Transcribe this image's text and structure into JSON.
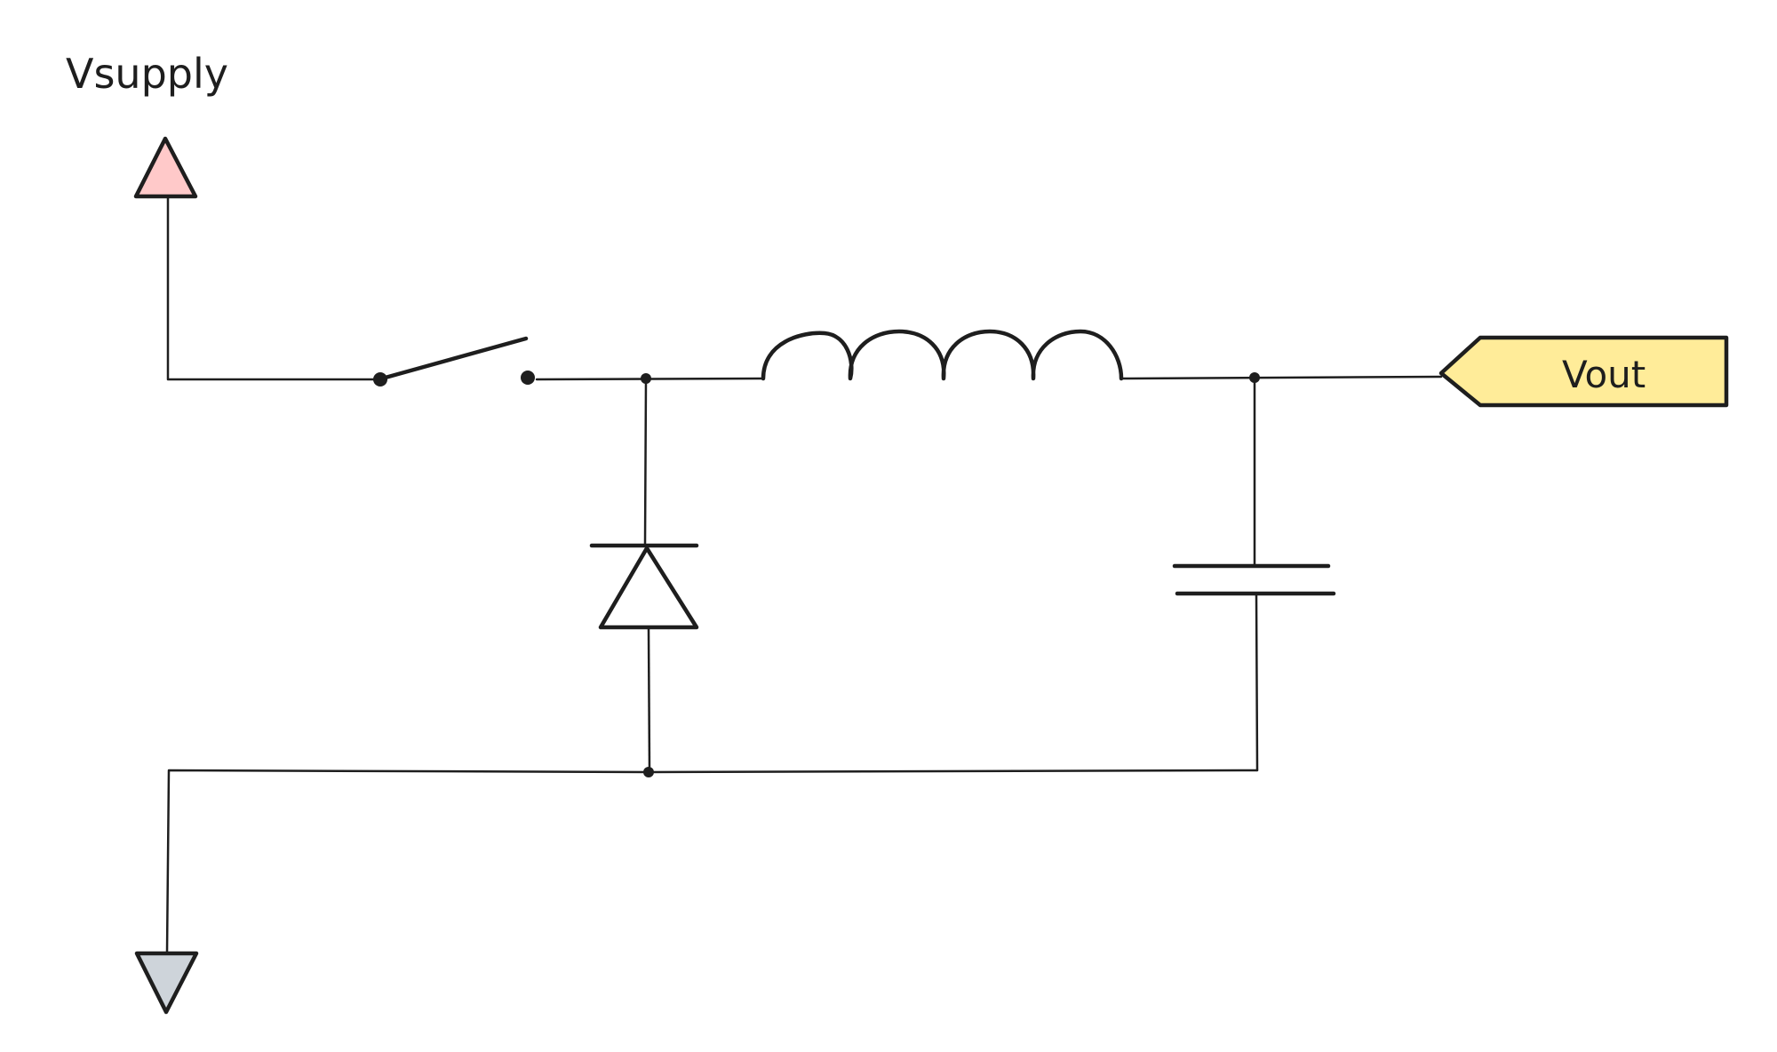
{
  "labels": {
    "supply": "Vsupply",
    "output": "Vout"
  },
  "colors": {
    "background": "#ffffff",
    "stroke": "#1e1e1e",
    "supply_fill": "#ffc9c9",
    "ground_fill": "#ced4da",
    "output_fill": "#ffec99"
  },
  "components": [
    "switch",
    "diode",
    "inductor",
    "capacitor",
    "supply-symbol",
    "ground-symbol",
    "output-port"
  ]
}
